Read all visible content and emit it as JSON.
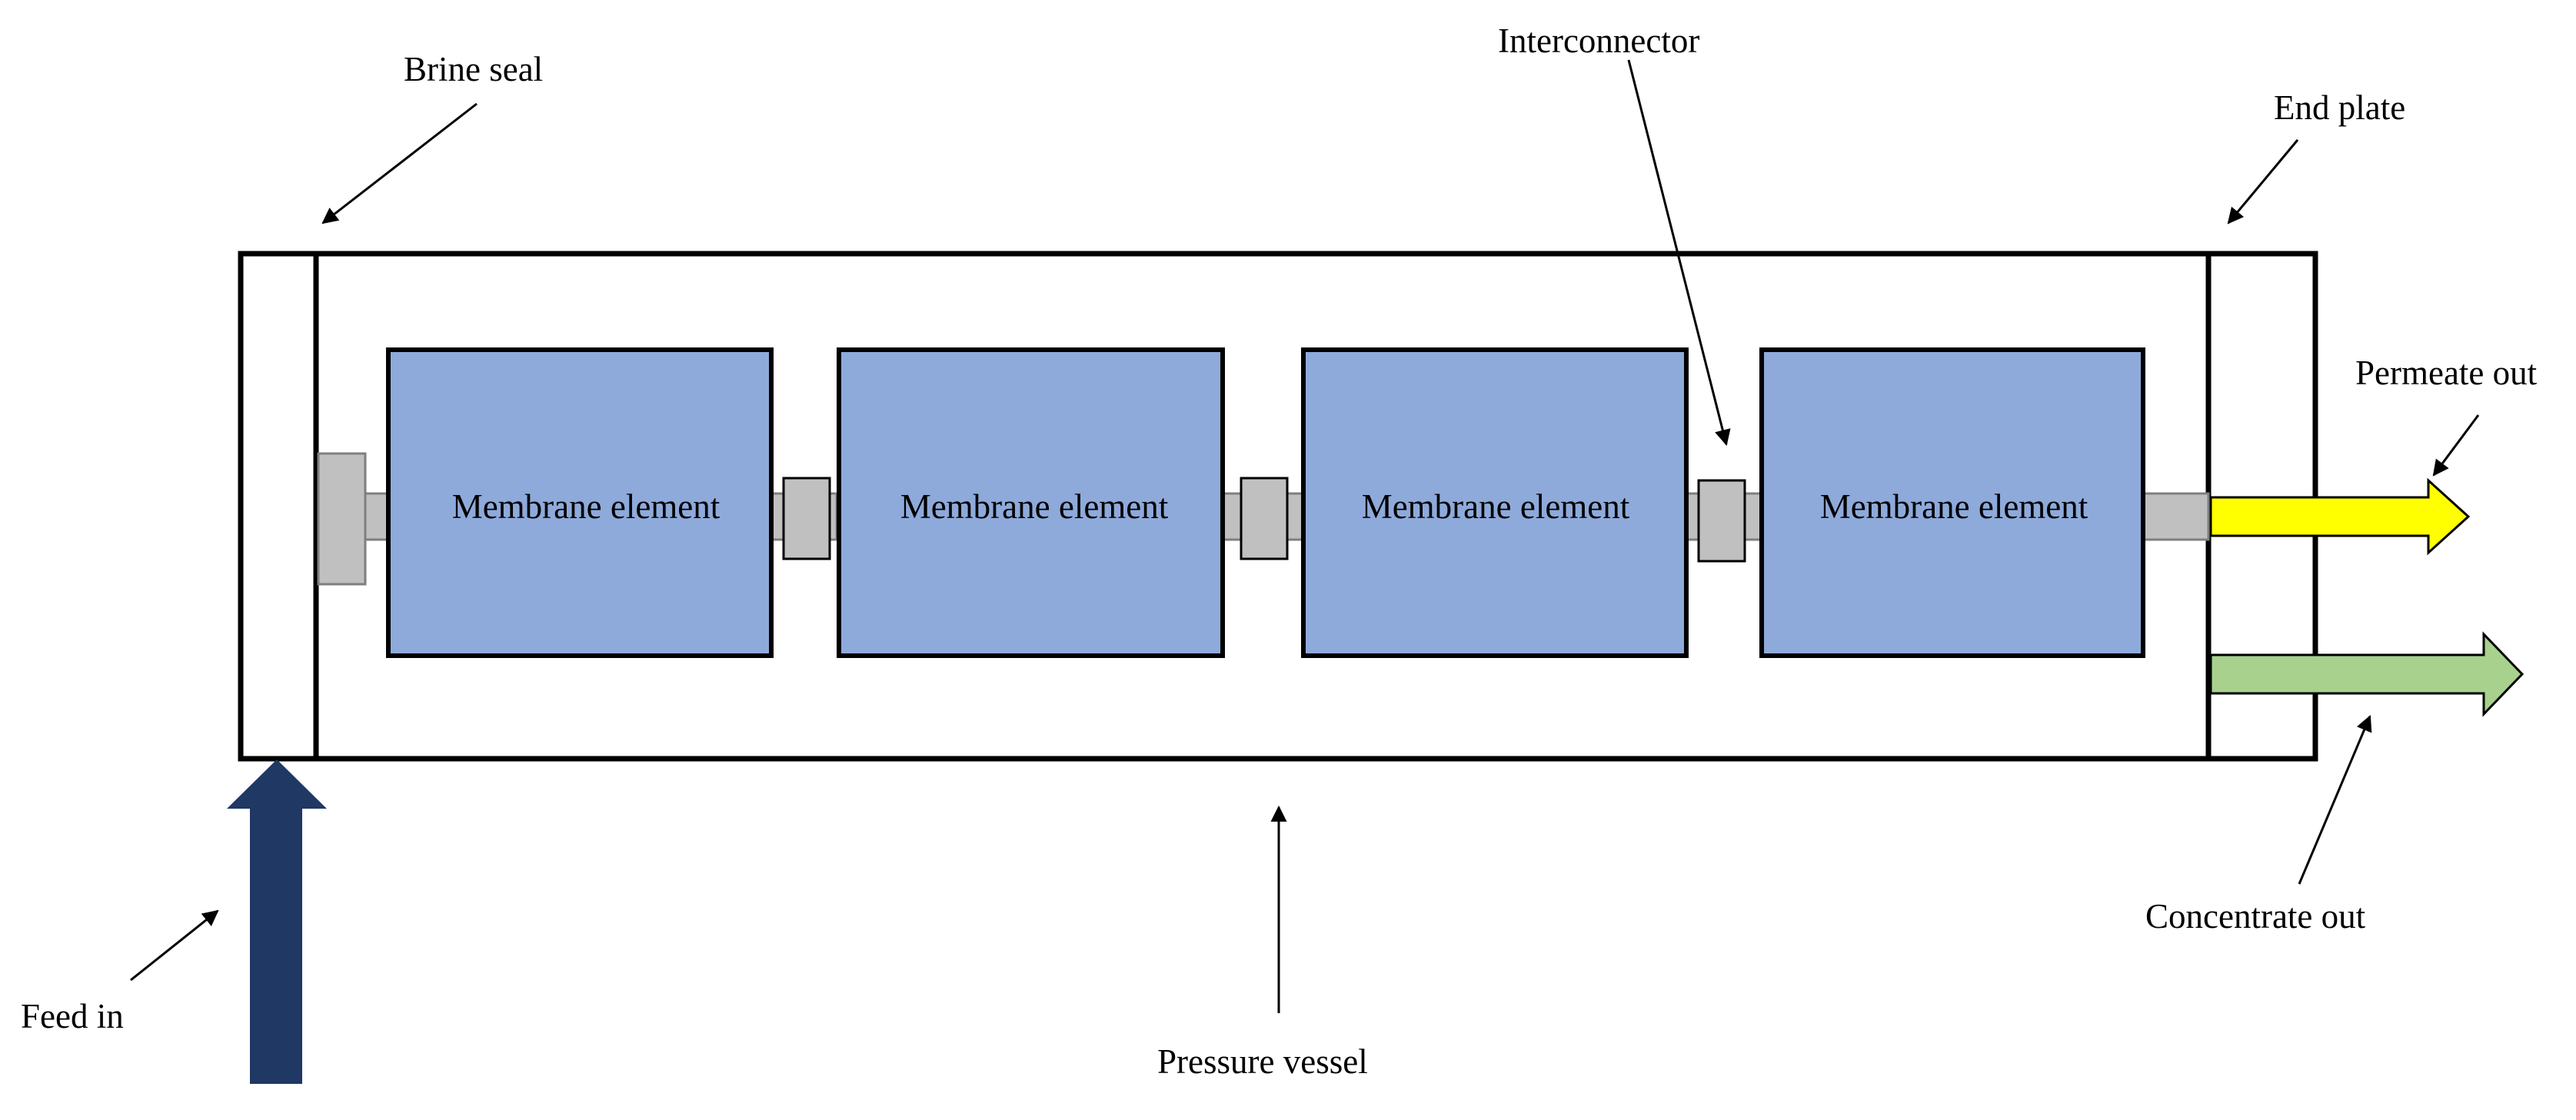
{
  "labels": {
    "brine_seal": "Brine seal",
    "interconnector": "Interconnector",
    "end_plate": "End plate",
    "permeate_out": "Permeate out",
    "concentrate_out": "Concentrate out",
    "feed_in": "Feed in",
    "pressure_vessel": "Pressure vessel"
  },
  "membrane_elements": [
    {
      "label": "Membrane element"
    },
    {
      "label": "Membrane element"
    },
    {
      "label": "Membrane element"
    },
    {
      "label": "Membrane element"
    }
  ],
  "colors": {
    "membrane_fill": "#8eaadb",
    "connector_fill": "#c0c0c0",
    "permeate_arrow": "#ffff00",
    "concentrate_arrow": "#a9d18e",
    "feed_arrow": "#1f3864",
    "outline": "#000000"
  }
}
